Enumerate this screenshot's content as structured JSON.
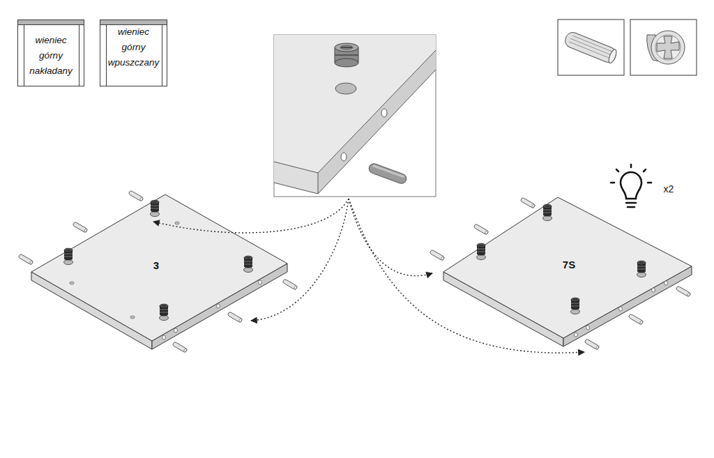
{
  "diagram": {
    "nodes": [
      {
        "text": [
          "wieniec górny nakładany"
        ]
      },
      {
        "text": [
          "wieniec górny wpuszczany"
        ]
      }
    ],
    "labels": [
      "3",
      "7S",
      "x2"
    ]
  }
}
